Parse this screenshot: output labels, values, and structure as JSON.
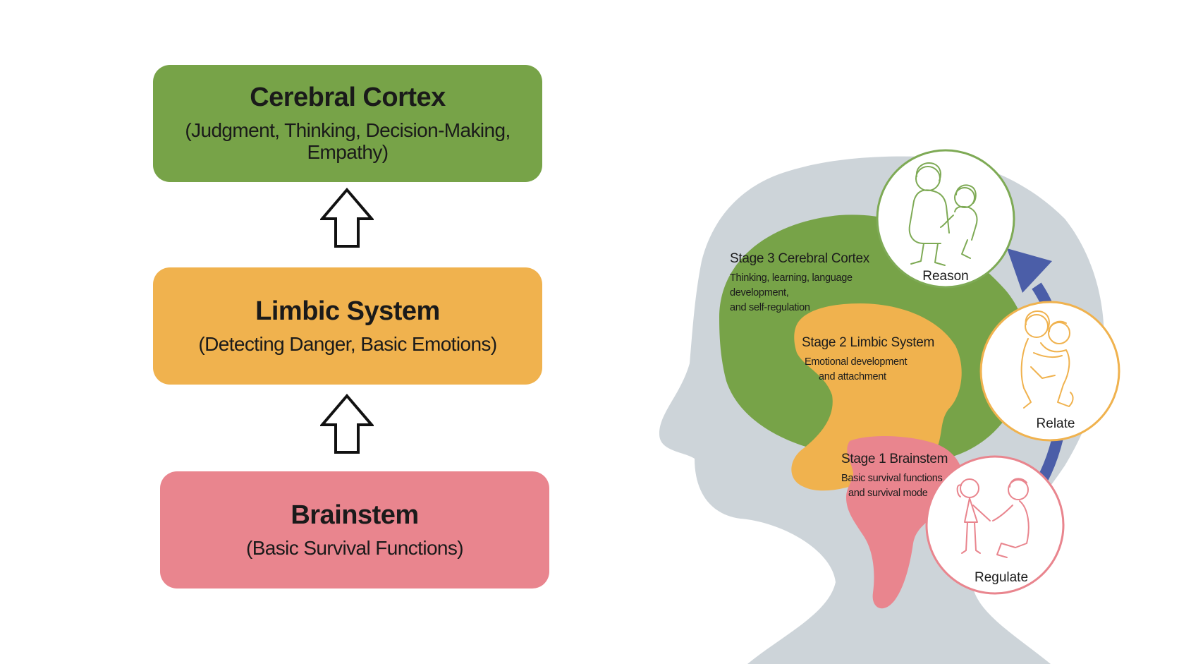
{
  "hierarchy": [
    {
      "title": "Cerebral Cortex",
      "subtitle": "(Judgment, Thinking, Decision-Making, Empathy)",
      "color": "#77a348"
    },
    {
      "title": "Limbic System",
      "subtitle": "(Detecting Danger, Basic Emotions)",
      "color": "#f0b24e"
    },
    {
      "title": "Brainstem",
      "subtitle": "(Basic Survival Functions)",
      "color": "#e9858e"
    }
  ],
  "stages": {
    "stage3": {
      "label": "Stage 3  Cerebral Cortex",
      "desc_line1": "Thinking, learning, language development,",
      "desc_line2": "and self-regulation"
    },
    "stage2": {
      "label": "Stage 2  Limbic System",
      "desc_line1": "Emotional development",
      "desc_line2": "and attachment"
    },
    "stage1": {
      "label": "Stage 1  Brainstem",
      "desc_line1": "Basic survival functions",
      "desc_line2": "and survival mode"
    }
  },
  "circles": {
    "reason": "Reason",
    "relate": "Relate",
    "regulate": "Regulate"
  },
  "colors": {
    "head": "#cdd4d9",
    "cortex": "#77a348",
    "limbic": "#f0b24e",
    "brainstem": "#e9858e",
    "arrow": "#4b5ea8",
    "reason_ring": "#7eaa55",
    "relate_ring": "#f0b24e",
    "regulate_ring": "#e9858e"
  },
  "icons": [
    "up-arrow-icon",
    "adult-child-embrace-icon",
    "hug-icon",
    "adult-child-holding-hands-icon"
  ]
}
